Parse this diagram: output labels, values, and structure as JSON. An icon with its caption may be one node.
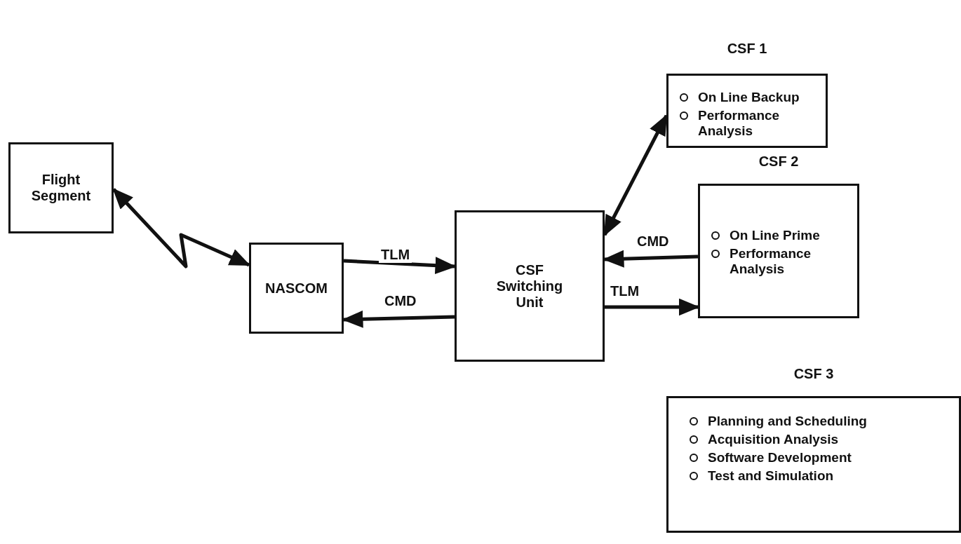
{
  "diagram": {
    "nodes": [
      {
        "text": [
          "Flight Segment"
        ]
      },
      {
        "text": [
          "NASCOM"
        ]
      },
      {
        "text": [
          "CSF Switching Unit"
        ]
      },
      {
        "text": [
          "CSF 1",
          "On Line Backup",
          "Performance Analysis"
        ]
      },
      {
        "text": [
          "CSF 2",
          "On Line Prime",
          "Performance Analysis"
        ]
      },
      {
        "text": [
          "CSF 3",
          "Planning and Scheduling",
          "Acquisition Analysis",
          "Software Development",
          "Test and Simulation"
        ]
      }
    ],
    "edges": [
      {
        "from": 0,
        "to": 1,
        "arrow": "both"
      },
      {
        "from": 1,
        "to": 2,
        "arrow": "to",
        "label": "TLM"
      },
      {
        "from": 2,
        "to": 1,
        "arrow": "to",
        "label": "CMD"
      },
      {
        "from": 2,
        "to": 3,
        "arrow": "both"
      },
      {
        "from": 4,
        "to": 2,
        "arrow": "to",
        "label": "CMD"
      },
      {
        "from": 2,
        "to": 4,
        "arrow": "to",
        "label": "TLM"
      }
    ]
  }
}
